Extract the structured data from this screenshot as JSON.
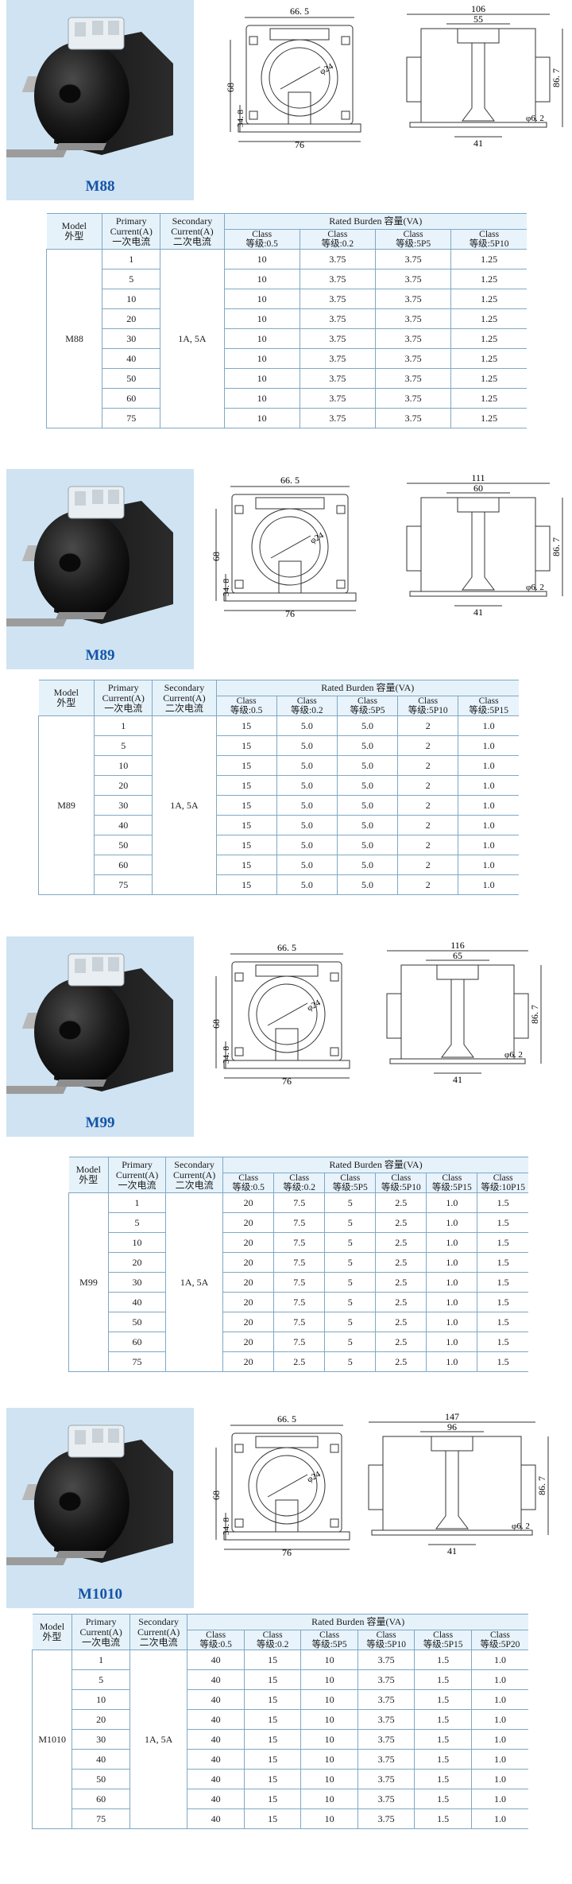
{
  "products": [
    {
      "model": "M88",
      "dims": {
        "frame_width": "66. 5",
        "height": "68",
        "window_height": "34. 8",
        "base_width": "76",
        "window_dia": "φ24",
        "side_height": "86. 7",
        "total_width": "106",
        "mid_width": "55",
        "foot_width": "41",
        "hole_dia": "φ6. 2"
      },
      "table": {
        "col_model": [
          "Model",
          "外型"
        ],
        "col_primary": [
          "Primary",
          "Current(A)",
          "一次电流"
        ],
        "col_secondary": [
          "Secondary",
          "Current(A)",
          "二次电流"
        ],
        "burden_title": "Rated Burden 容量(VA)",
        "classes": [
          [
            "Class",
            "等级:0.5"
          ],
          [
            "Class",
            "等级:0.2"
          ],
          [
            "Class",
            "等级:5P5"
          ],
          [
            "Class",
            "等级:5P10"
          ]
        ],
        "secondary_value": "1A, 5A",
        "rows": [
          [
            "1",
            "10",
            "3.75",
            "3.75",
            "1.25"
          ],
          [
            "5",
            "10",
            "3.75",
            "3.75",
            "1.25"
          ],
          [
            "10",
            "10",
            "3.75",
            "3.75",
            "1.25"
          ],
          [
            "20",
            "10",
            "3.75",
            "3.75",
            "1.25"
          ],
          [
            "30",
            "10",
            "3.75",
            "3.75",
            "1.25"
          ],
          [
            "40",
            "10",
            "3.75",
            "3.75",
            "1.25"
          ],
          [
            "50",
            "10",
            "3.75",
            "3.75",
            "1.25"
          ],
          [
            "60",
            "10",
            "3.75",
            "3.75",
            "1.25"
          ],
          [
            "75",
            "10",
            "3.75",
            "3.75",
            "1.25"
          ]
        ]
      }
    },
    {
      "model": "M89",
      "dims": {
        "frame_width": "66. 5",
        "height": "68",
        "window_height": "34. 8",
        "base_width": "76",
        "window_dia": "φ24",
        "side_height": "86. 7",
        "total_width": "111",
        "mid_width": "60",
        "foot_width": "41",
        "hole_dia": "φ6. 2"
      },
      "table": {
        "col_model": [
          "Model",
          "外型"
        ],
        "col_primary": [
          "Primary",
          "Current(A)",
          "一次电流"
        ],
        "col_secondary": [
          "Secondary",
          "Current(A)",
          "二次电流"
        ],
        "burden_title": "Rated Burden 容量(VA)",
        "classes": [
          [
            "Class",
            "等级:0.5"
          ],
          [
            "Class",
            "等级:0.2"
          ],
          [
            "Class",
            "等级:5P5"
          ],
          [
            "Class",
            "等级:5P10"
          ],
          [
            "Class",
            "等级:5P15"
          ]
        ],
        "secondary_value": "1A, 5A",
        "rows": [
          [
            "1",
            "15",
            "5.0",
            "5.0",
            "2",
            "1.0"
          ],
          [
            "5",
            "15",
            "5.0",
            "5.0",
            "2",
            "1.0"
          ],
          [
            "10",
            "15",
            "5.0",
            "5.0",
            "2",
            "1.0"
          ],
          [
            "20",
            "15",
            "5.0",
            "5.0",
            "2",
            "1.0"
          ],
          [
            "30",
            "15",
            "5.0",
            "5.0",
            "2",
            "1.0"
          ],
          [
            "40",
            "15",
            "5.0",
            "5.0",
            "2",
            "1.0"
          ],
          [
            "50",
            "15",
            "5.0",
            "5.0",
            "2",
            "1.0"
          ],
          [
            "60",
            "15",
            "5.0",
            "5.0",
            "2",
            "1.0"
          ],
          [
            "75",
            "15",
            "5.0",
            "5.0",
            "2",
            "1.0"
          ]
        ]
      }
    },
    {
      "model": "M99",
      "dims": {
        "frame_width": "66. 5",
        "height": "68",
        "window_height": "34. 8",
        "base_width": "76",
        "window_dia": "φ24",
        "side_height": "86. 7",
        "total_width": "116",
        "mid_width": "65",
        "foot_width": "41",
        "hole_dia": "φ6. 2"
      },
      "table": {
        "col_model": [
          "Model",
          "外型"
        ],
        "col_primary": [
          "Primary",
          "Current(A)",
          "一次电流"
        ],
        "col_secondary": [
          "Secondary",
          "Current(A)",
          "二次电流"
        ],
        "burden_title": "Rated Burden 容量(VA)",
        "classes": [
          [
            "Class",
            "等级:0.5"
          ],
          [
            "Class",
            "等级:0.2"
          ],
          [
            "Class",
            "等级:5P5"
          ],
          [
            "Class",
            "等级:5P10"
          ],
          [
            "Class",
            "等级:5P15"
          ],
          [
            "Class",
            "等级:10P15"
          ]
        ],
        "secondary_value": "1A, 5A",
        "rows": [
          [
            "1",
            "20",
            "7.5",
            "5",
            "2.5",
            "1.0",
            "1.5"
          ],
          [
            "5",
            "20",
            "7.5",
            "5",
            "2.5",
            "1.0",
            "1.5"
          ],
          [
            "10",
            "20",
            "7.5",
            "5",
            "2.5",
            "1.0",
            "1.5"
          ],
          [
            "20",
            "20",
            "7.5",
            "5",
            "2.5",
            "1.0",
            "1.5"
          ],
          [
            "30",
            "20",
            "7.5",
            "5",
            "2.5",
            "1.0",
            "1.5"
          ],
          [
            "40",
            "20",
            "7.5",
            "5",
            "2.5",
            "1.0",
            "1.5"
          ],
          [
            "50",
            "20",
            "7.5",
            "5",
            "2.5",
            "1.0",
            "1.5"
          ],
          [
            "60",
            "20",
            "7.5",
            "5",
            "2.5",
            "1.0",
            "1.5"
          ],
          [
            "75",
            "20",
            "2.5",
            "5",
            "2.5",
            "1.0",
            "1.5"
          ]
        ]
      }
    },
    {
      "model": "M1010",
      "dims": {
        "frame_width": "66. 5",
        "height": "68",
        "window_height": "34. 8",
        "base_width": "76",
        "window_dia": "φ24",
        "side_height": "86. 7",
        "total_width": "147",
        "mid_width": "96",
        "foot_width": "41",
        "hole_dia": "φ6. 2"
      },
      "table": {
        "col_model": [
          "Model",
          "外型"
        ],
        "col_primary": [
          "Primary",
          "Current(A)",
          "一次电流"
        ],
        "col_secondary": [
          "Secondary",
          "Current(A)",
          "二次电流"
        ],
        "burden_title": "Rated Burden 容量(VA)",
        "classes": [
          [
            "Class",
            "等级:0.5"
          ],
          [
            "Class",
            "等级:0.2"
          ],
          [
            "Class",
            "等级:5P5"
          ],
          [
            "Class",
            "等级:5P10"
          ],
          [
            "Class",
            "等级:5P15"
          ],
          [
            "Class",
            "等级:5P20"
          ]
        ],
        "secondary_value": "1A, 5A",
        "rows": [
          [
            "1",
            "40",
            "15",
            "10",
            "3.75",
            "1.5",
            "1.0"
          ],
          [
            "5",
            "40",
            "15",
            "10",
            "3.75",
            "1.5",
            "1.0"
          ],
          [
            "10",
            "40",
            "15",
            "10",
            "3.75",
            "1.5",
            "1.0"
          ],
          [
            "20",
            "40",
            "15",
            "10",
            "3.75",
            "1.5",
            "1.0"
          ],
          [
            "30",
            "40",
            "15",
            "10",
            "3.75",
            "1.5",
            "1.0"
          ],
          [
            "40",
            "40",
            "15",
            "10",
            "3.75",
            "1.5",
            "1.0"
          ],
          [
            "50",
            "40",
            "15",
            "10",
            "3.75",
            "1.5",
            "1.0"
          ],
          [
            "60",
            "40",
            "15",
            "10",
            "3.75",
            "1.5",
            "1.0"
          ],
          [
            "75",
            "40",
            "15",
            "10",
            "3.75",
            "1.5",
            "1.0"
          ]
        ]
      }
    }
  ]
}
